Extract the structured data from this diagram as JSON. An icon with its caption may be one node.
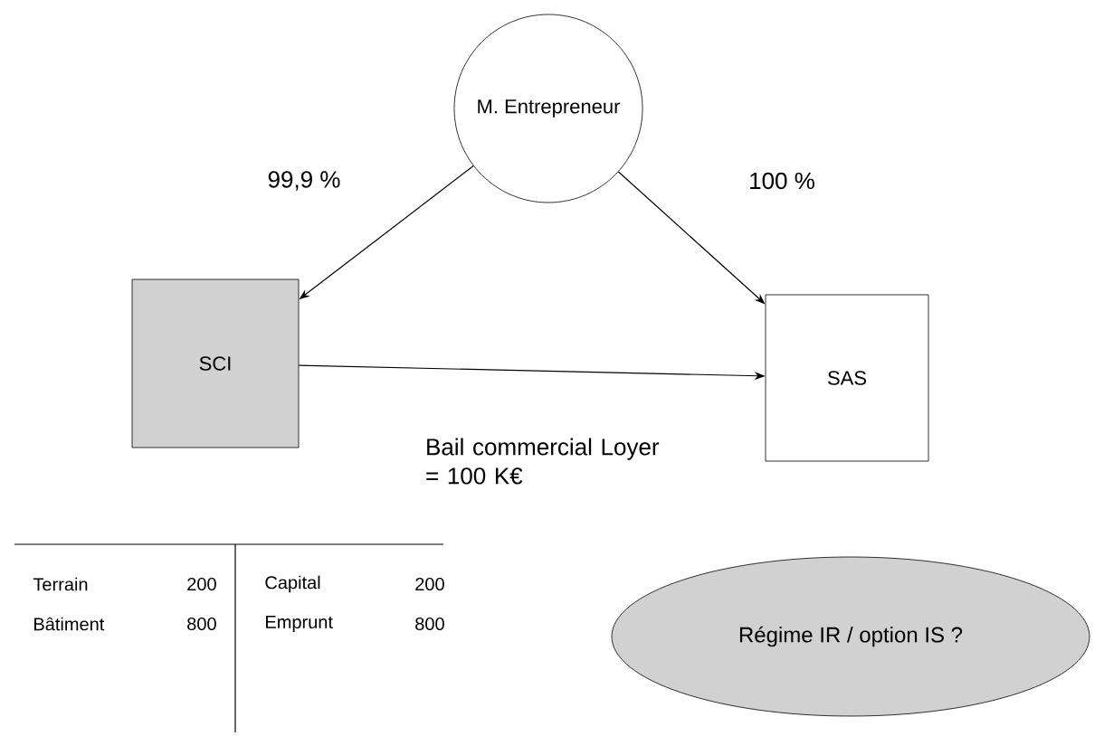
{
  "diagram": {
    "nodes": [
      {
        "text": [
          "M. Entrepreneur"
        ]
      },
      {
        "text": [
          "SCI"
        ]
      },
      {
        "text": [
          "SAS"
        ]
      },
      {
        "text": [
          "Régime IR / option IS ?"
        ]
      }
    ],
    "edges": [
      {
        "from": 0,
        "to": 1,
        "arrow": "to",
        "label": "99,9 %"
      },
      {
        "from": 0,
        "to": 2,
        "arrow": "to",
        "label": "100 %"
      },
      {
        "from": 1,
        "to": 2,
        "arrow": "to",
        "label": "Bail commercial Loyer = 100 K€"
      }
    ],
    "labels": [
      "Terrain",
      "200",
      "Capital",
      "200",
      "Bâtiment",
      "800",
      "Emprunt",
      "800"
    ]
  }
}
